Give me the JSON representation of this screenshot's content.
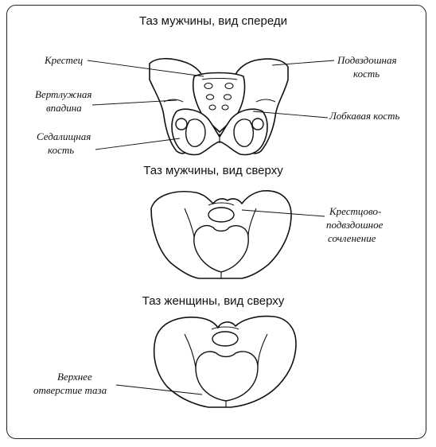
{
  "titles": {
    "male_front": "Таз мужчины, вид спереди",
    "male_top": "Таз мужчины, вид сверху",
    "female_top": "Таз женщины, вид сверху"
  },
  "labels": {
    "sacrum": "Крестец",
    "ilium_1": "Подвздошная",
    "ilium_2": "кость",
    "acetabulum_1": "Вертлужная",
    "acetabulum_2": "впадина",
    "pubis": "Лобкавая кость",
    "ischium_1": "Седалищная",
    "ischium_2": "кость",
    "si_joint_1": "Крестцово-",
    "si_joint_2": "подвздошное",
    "si_joint_3": "сочленение",
    "inlet_1": "Верхнее",
    "inlet_2": "отверстие таза"
  }
}
